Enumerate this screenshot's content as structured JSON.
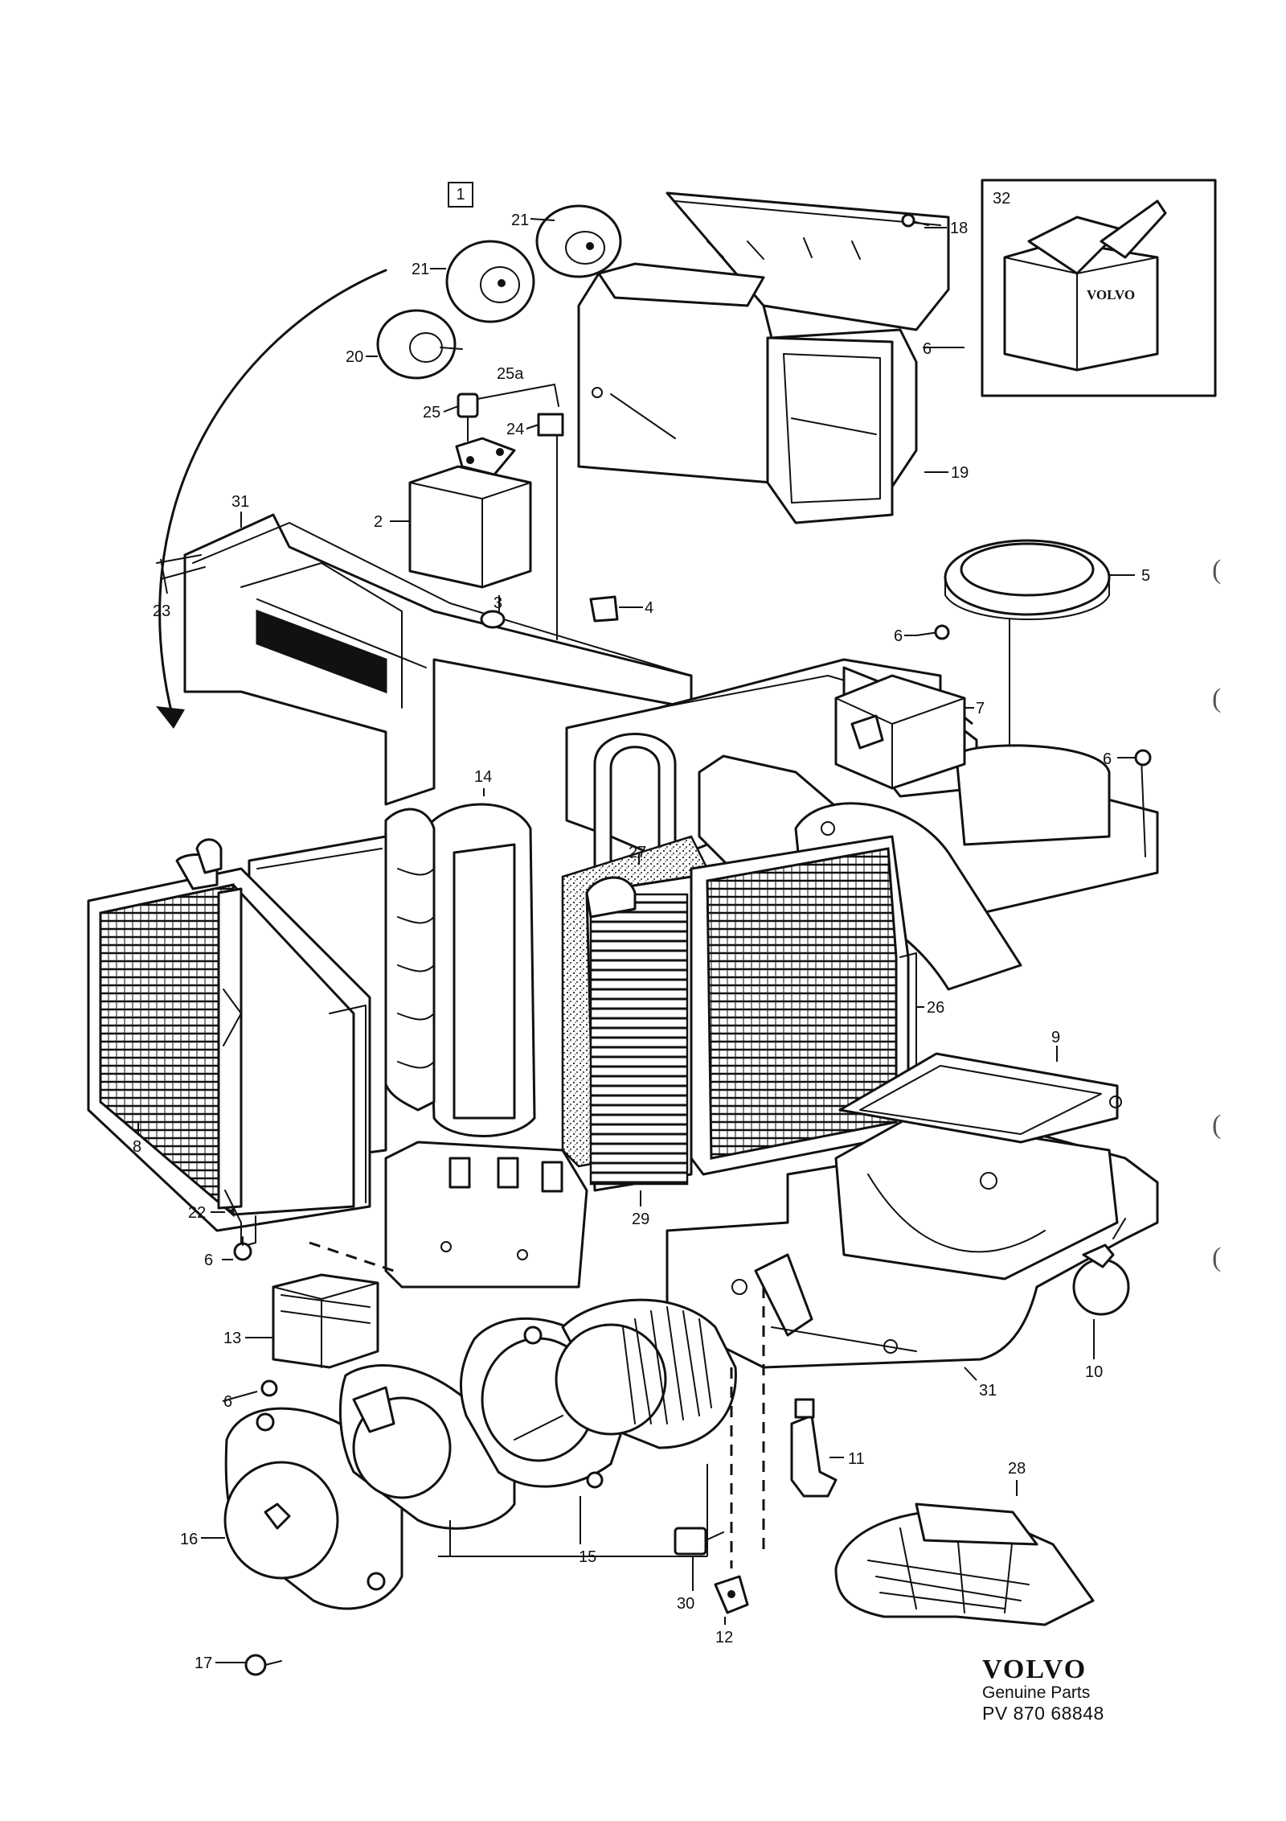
{
  "diagram": {
    "group_label": "1",
    "callouts": [
      "21",
      "21",
      "20",
      "25a",
      "25",
      "24",
      "18",
      "6",
      "19",
      "32",
      "31",
      "2",
      "23",
      "3",
      "4",
      "5",
      "6",
      "7",
      "6",
      "14",
      "27",
      "26",
      "9",
      "8",
      "22",
      "29",
      "6",
      "13",
      "6",
      "10",
      "31",
      "11",
      "16",
      "15",
      "30",
      "28",
      "12",
      "17"
    ]
  },
  "kit_box": {
    "brand": "VOLVO"
  },
  "footer": {
    "brand": "VOLVO",
    "tagline": "Genuine Parts",
    "catalog_number": "PV 870 68848"
  },
  "margin_marks": [
    "(",
    "(",
    "(",
    "("
  ]
}
